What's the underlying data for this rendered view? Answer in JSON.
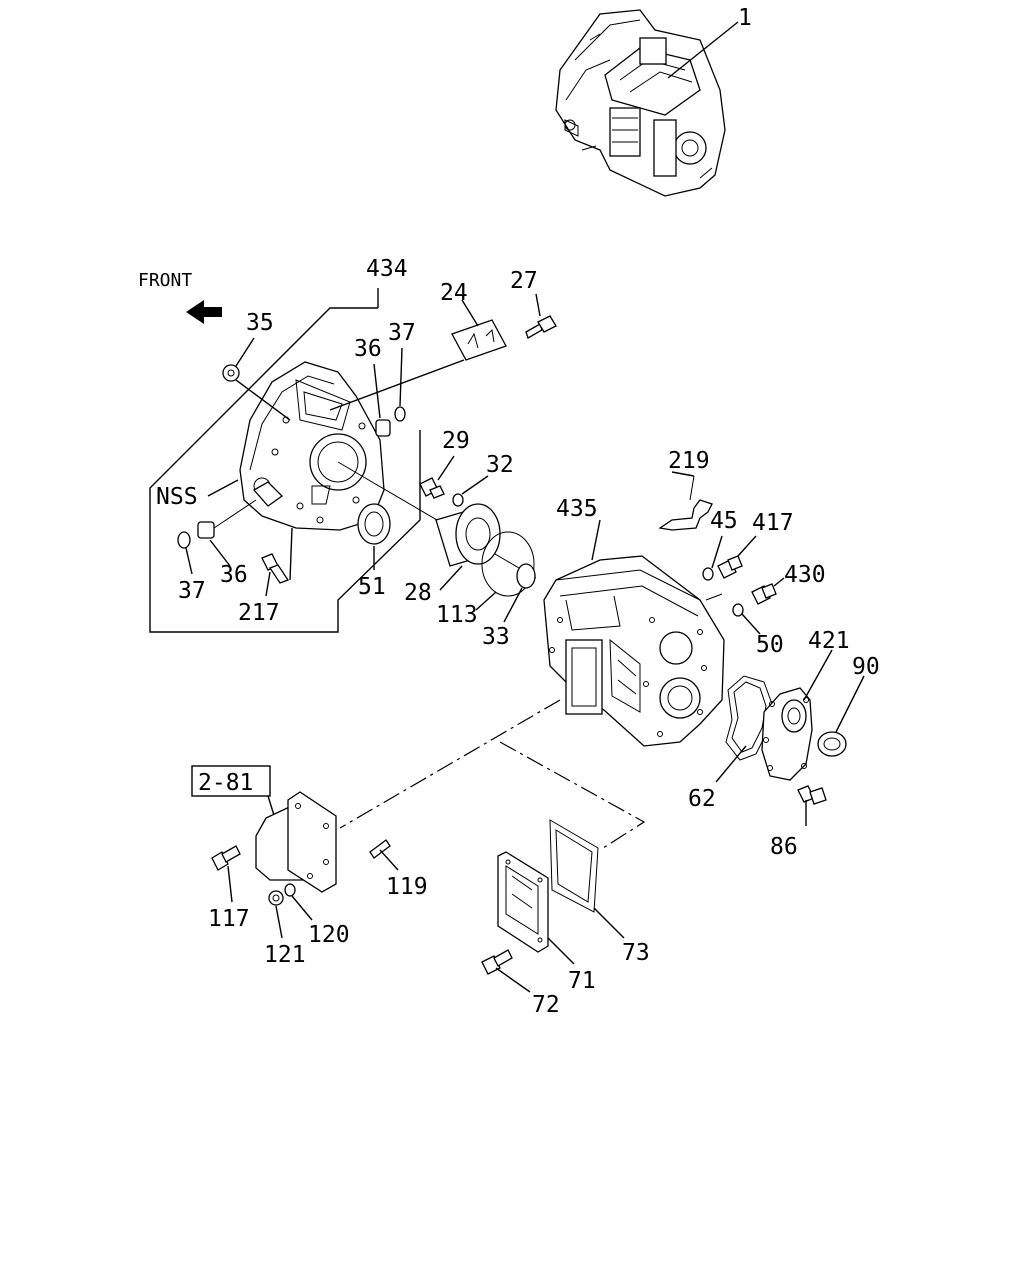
{
  "front_label": "FRONT",
  "callouts": {
    "c1": "1",
    "c434": "434",
    "c24": "24",
    "c27": "27",
    "c35": "35",
    "c36a": "36",
    "c37a": "37",
    "c29": "29",
    "c32": "32",
    "c219": "219",
    "cNSS": "NSS",
    "c435": "435",
    "c45": "45",
    "c417": "417",
    "c37b": "37",
    "c36b": "36",
    "c51": "51",
    "c28": "28",
    "c113": "113",
    "c33": "33",
    "c217": "217",
    "c430": "430",
    "c50": "50",
    "c421": "421",
    "c90": "90",
    "c62": "62",
    "c86": "86",
    "c2_81": "2-81",
    "c119": "119",
    "c117": "117",
    "c120": "120",
    "c121": "121",
    "c73": "73",
    "c71": "71",
    "c72": "72"
  }
}
